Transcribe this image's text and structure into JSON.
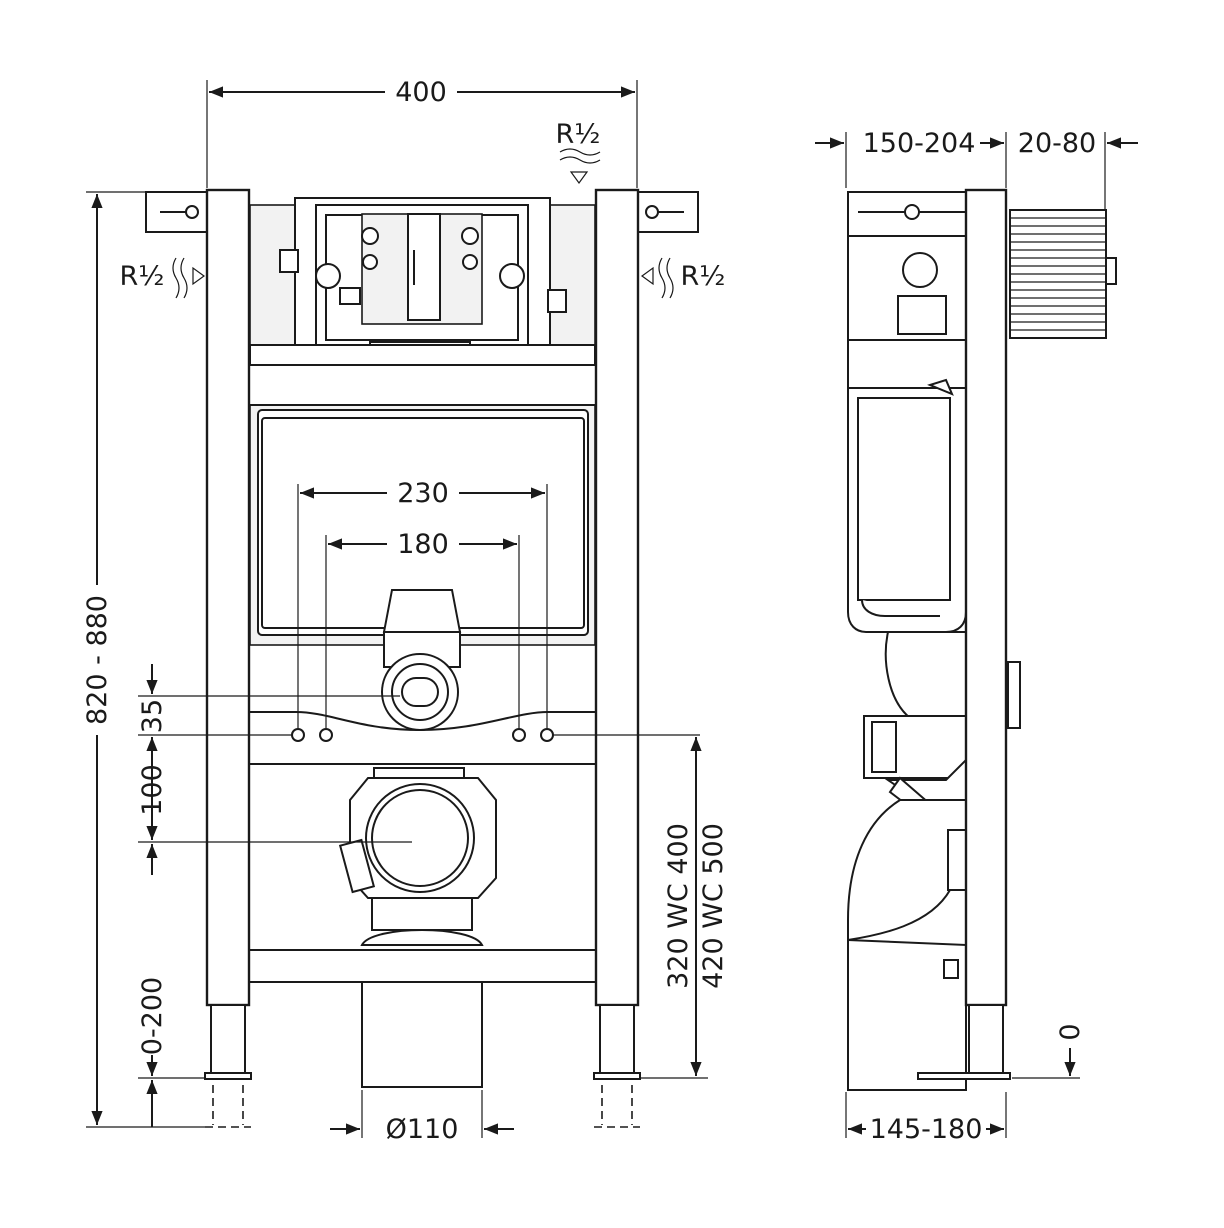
{
  "front_view": {
    "width_label": "400",
    "height_label": "820 - 880",
    "supply_top_label": "R½",
    "supply_left_label": "R½",
    "supply_right_label": "R½",
    "bolt_outer_label": "230",
    "bolt_inner_label": "180",
    "inlet_offset_label": "35",
    "outlet_offset_label": "100",
    "foot_label": "0-200",
    "outlet_height_label": "320 WC 400",
    "outlet_height_label_2": "420 WC 500",
    "waste_label": "Ø110"
  },
  "side_view": {
    "depth_label": "150-204",
    "cistern_label": "20-80",
    "floor_label": "0",
    "base_label": "145-180"
  }
}
